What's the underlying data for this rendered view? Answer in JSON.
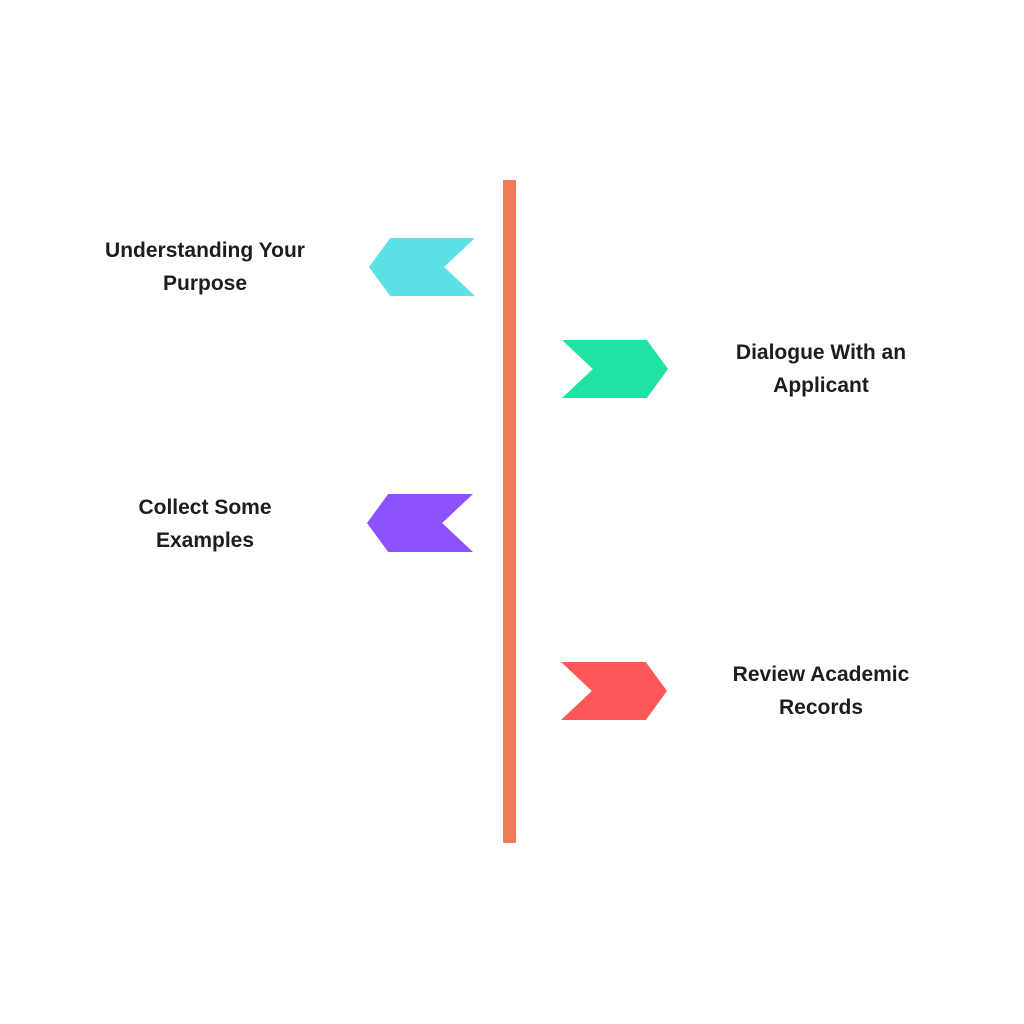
{
  "diagram": {
    "background_color": "#ffffff",
    "spine_color": "#F0795C",
    "text_color": "#1d1d1d",
    "items": [
      {
        "lines": [
          "Understanding Your",
          "Purpose"
        ],
        "color": "#5CE1E6",
        "side": "left",
        "arrow_direction": "left"
      },
      {
        "lines": [
          "Dialogue With an",
          "Applicant"
        ],
        "color": "#1FE2A4",
        "side": "right",
        "arrow_direction": "right"
      },
      {
        "lines": [
          "Collect Some",
          "Examples"
        ],
        "color": "#8C52FF",
        "side": "left",
        "arrow_direction": "left"
      },
      {
        "lines": [
          "Review Academic",
          "Records"
        ],
        "color": "#FF5757",
        "side": "right",
        "arrow_direction": "right"
      }
    ]
  }
}
